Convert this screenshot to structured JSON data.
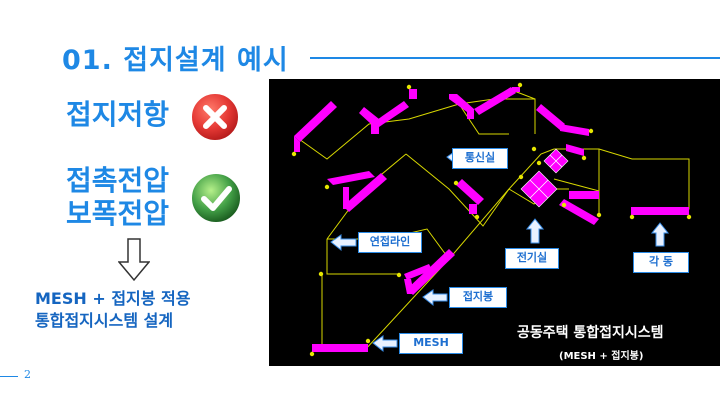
{
  "title": "01. 접지설계 예시",
  "left_panel": {
    "grounding_resistance": "접지저항",
    "contact_voltage_line1": "접촉전압",
    "contact_voltage_line2": "보폭전압",
    "conclusion_line1": "MESH + 접지봉 적용",
    "conclusion_line2": "통합접지시스템 설계"
  },
  "page_number": "2",
  "diagram": {
    "labels": {
      "comm_room": "통신실",
      "continuous_line": "연접라인",
      "electric_room": "전기실",
      "each_building": "각 동",
      "ground_rod": "접지봉",
      "mesh": "MESH"
    },
    "system_title": "공동주택 통합접지시스템",
    "system_subtitle": "(MESH + 접지봉)"
  },
  "colors": {
    "accent": "#1e88e5",
    "wrong": "#e53935",
    "correct": "#43a047",
    "magenta": "#ff00ff",
    "wire": "#d8d800"
  },
  "icons": [
    "cross-icon",
    "check-icon",
    "down-arrow-icon",
    "left-arrow-icon",
    "up-arrow-icon"
  ]
}
